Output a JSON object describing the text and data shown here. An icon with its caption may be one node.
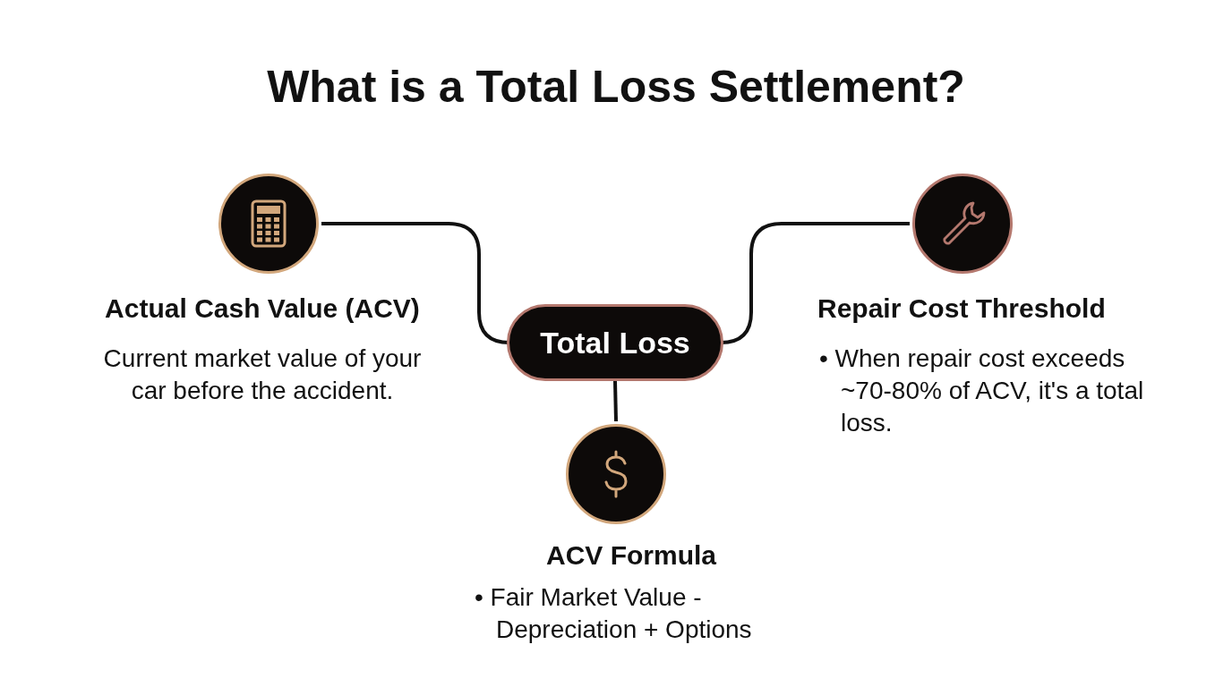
{
  "diagram": {
    "title": "What is a Total Loss Settlement?",
    "nodes": [
      {
        "text": [
          "Actual Cash Value (ACV)",
          "Current market value of your car before the accident."
        ]
      },
      {
        "text": [
          "Repair Cost Threshold",
          "• When repair cost exceeds ~70-80% of ACV, it's a total loss."
        ]
      },
      {
        "text": [
          "Total Loss"
        ]
      },
      {
        "text": [
          "ACV Formula",
          "• Fair Market Value - Depreciation + Options"
        ]
      }
    ],
    "edges": [
      {
        "from": 2,
        "to": 0,
        "arrow": "none"
      },
      {
        "from": 2,
        "to": 1,
        "arrow": "none"
      },
      {
        "from": 2,
        "to": 3,
        "arrow": "none"
      }
    ]
  }
}
